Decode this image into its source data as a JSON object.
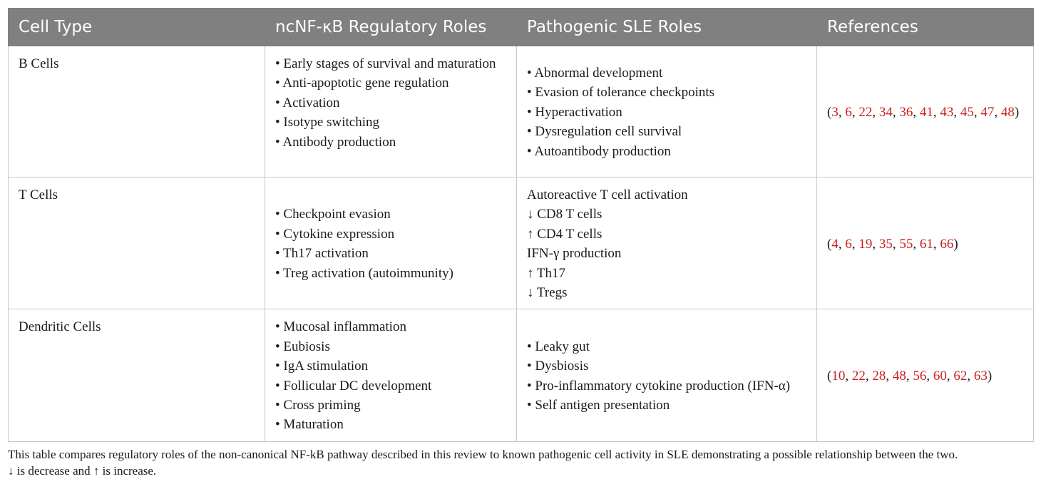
{
  "table": {
    "headers": [
      "Cell Type",
      "ncNF-κB Regulatory Roles",
      "Pathogenic SLE Roles",
      "References"
    ],
    "rows": [
      {
        "cell_type": "B Cells",
        "regulatory": [
          "• Early stages of survival and maturation",
          "• Anti-apoptotic gene regulation",
          "• Activation",
          "• Isotype switching",
          "• Antibody production"
        ],
        "pathogenic": [
          "• Abnormal development",
          "• Evasion of tolerance checkpoints",
          "• Hyperactivation",
          "• Dysregulation cell survival",
          "• Autoantibody production"
        ],
        "references": [
          "3",
          "6",
          "22",
          "34",
          "36",
          "41",
          "43",
          "45",
          "47",
          "48"
        ]
      },
      {
        "cell_type": "T Cells",
        "regulatory": [
          "• Checkpoint evasion",
          "• Cytokine expression",
          "• Th17 activation",
          "• Treg activation (autoimmunity)"
        ],
        "pathogenic": [
          "Autoreactive T cell activation",
          "↓ CD8 T cells",
          "↑ CD4 T cells",
          "IFN-γ production",
          "↑ Th17",
          "↓ Tregs"
        ],
        "references": [
          "4",
          "6",
          "19",
          "35",
          "55",
          "61",
          "66"
        ]
      },
      {
        "cell_type": "Dendritic Cells",
        "regulatory": [
          "• Mucosal inflammation",
          "• Eubiosis",
          "• IgA stimulation",
          "• Follicular DC development",
          "• Cross priming",
          "• Maturation"
        ],
        "pathogenic": [
          "• Leaky gut",
          "• Dysbiosis",
          "• Pro-inflammatory cytokine production (IFN-α)",
          "• Self antigen presentation"
        ],
        "references": [
          "10",
          "22",
          "28",
          "48",
          "56",
          "60",
          "62",
          "63"
        ]
      }
    ]
  },
  "caption": {
    "line1": "This table compares regulatory roles of the non-canonical NF-kB pathway described in this review to known pathogenic cell activity in SLE demonstrating a possible relationship between the two.",
    "line2": "↓ is decrease and ↑ is increase."
  },
  "colors": {
    "header_bg": "#808080",
    "reference_link": "#cc1f1f",
    "border": "#c8c8c8"
  }
}
